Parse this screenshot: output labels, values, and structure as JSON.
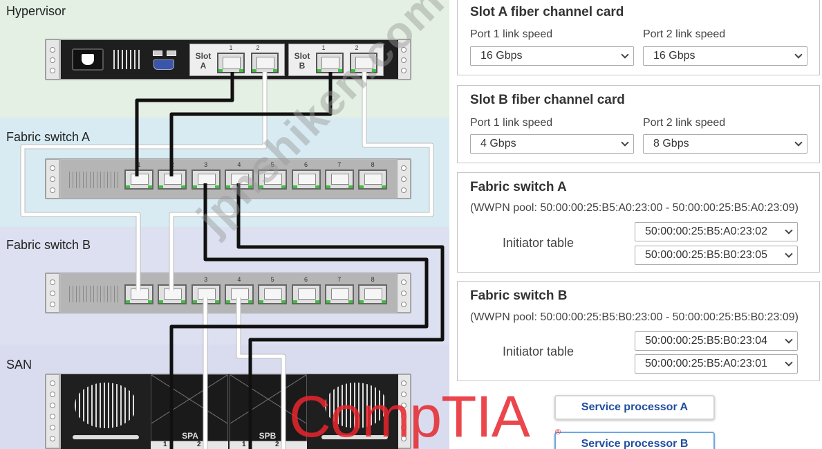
{
  "sections": {
    "hypervisor": "Hypervisor",
    "fabric_a": "Fabric switch A",
    "fabric_b": "Fabric switch B",
    "san": "SAN"
  },
  "hypervisor_slots": [
    {
      "name_line1": "Slot",
      "name_line2": "A",
      "ports": [
        "1",
        "2"
      ]
    },
    {
      "name_line1": "Slot",
      "name_line2": "B",
      "ports": [
        "1",
        "2"
      ]
    }
  ],
  "switch_ports": [
    "1",
    "2",
    "3",
    "4",
    "5",
    "6",
    "7",
    "8"
  ],
  "san": {
    "spa_label": "SPA",
    "spb_label": "SPB",
    "spa_ports": [
      "1",
      "2"
    ],
    "spb_ports": [
      "1",
      "2"
    ]
  },
  "cable_colors": {
    "black": "#111111",
    "white": "#ffffff"
  },
  "panels": {
    "slot_a": {
      "title": "Slot A fiber channel card",
      "port1_label": "Port 1 link speed",
      "port2_label": "Port 2 link speed",
      "port1_value": "16 Gbps",
      "port2_value": "16 Gbps"
    },
    "slot_b": {
      "title": "Slot B fiber channel card",
      "port1_label": "Port 1 link speed",
      "port2_label": "Port 2 link speed",
      "port1_value": "4 Gbps",
      "port2_value": "8 Gbps"
    },
    "fabric_a": {
      "title": "Fabric switch A",
      "pool": "(WWPN pool: 50:00:00:25:B5:A0:23:00 - 50:00:00:25:B5:A0:23:09)",
      "initiator_label": "Initiator table",
      "initiator_1": "50:00:00:25:B5:A0:23:02",
      "initiator_2": "50:00:00:25:B5:B0:23:05"
    },
    "fabric_b": {
      "title": "Fabric switch B",
      "pool": "(WWPN pool: 50:00:00:25:B5:B0:23:00 - 50:00:00:25:B5:B0:23:09)",
      "initiator_label": "Initiator table",
      "initiator_1": "50:00:00:25:B5:B0:23:04",
      "initiator_2": "50:00:00:25:B5:A0:23:01"
    }
  },
  "buttons": {
    "service_processor_a": "Service processor A",
    "service_processor_b": "Service processor B"
  },
  "brand": {
    "text": "CompTIA",
    "reg": "®"
  },
  "watermark": "jpnshiken.com"
}
